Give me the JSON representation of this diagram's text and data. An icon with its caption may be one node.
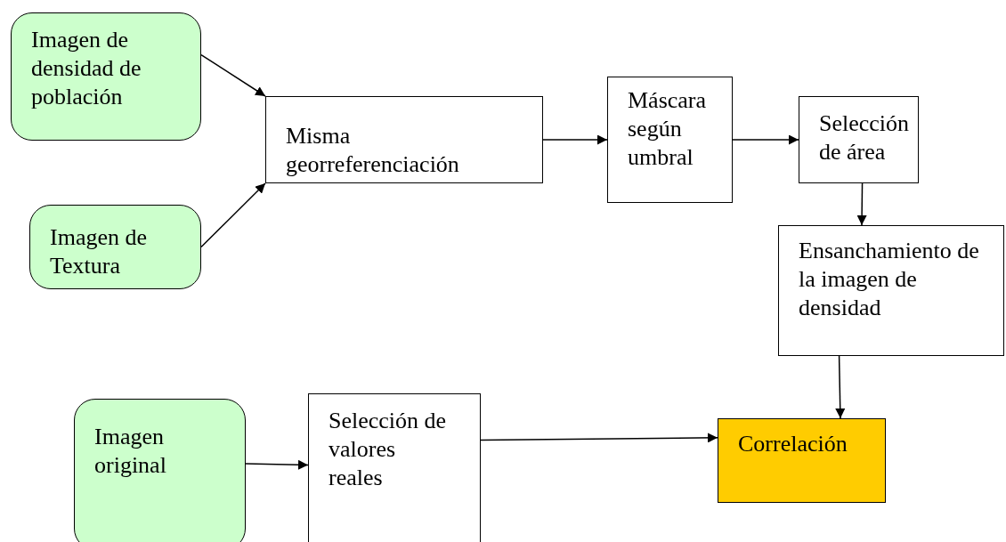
{
  "diagram": {
    "nodes": [
      {
        "text": [
          "Imagen de densidad de población"
        ]
      },
      {
        "text": [
          "Imagen de Textura"
        ]
      },
      {
        "text": [
          "Misma georreferenciación"
        ]
      },
      {
        "text": [
          "Máscara según umbral"
        ]
      },
      {
        "text": [
          "Selección de área"
        ]
      },
      {
        "text": [
          "Ensanchamiento de la imagen de densidad"
        ]
      },
      {
        "text": [
          "Imagen original"
        ]
      },
      {
        "text": [
          "Selección de valores reales"
        ]
      },
      {
        "text": [
          "Correlación"
        ]
      }
    ],
    "edges": [
      {
        "from": 0,
        "to": 2,
        "arrow": "to"
      },
      {
        "from": 1,
        "to": 2,
        "arrow": "to"
      },
      {
        "from": 2,
        "to": 3,
        "arrow": "to"
      },
      {
        "from": 3,
        "to": 4,
        "arrow": "to"
      },
      {
        "from": 4,
        "to": 5,
        "arrow": "to"
      },
      {
        "from": 5,
        "to": 8,
        "arrow": "to"
      },
      {
        "from": 6,
        "to": 7,
        "arrow": "to"
      },
      {
        "from": 7,
        "to": 8,
        "arrow": "to"
      }
    ]
  }
}
